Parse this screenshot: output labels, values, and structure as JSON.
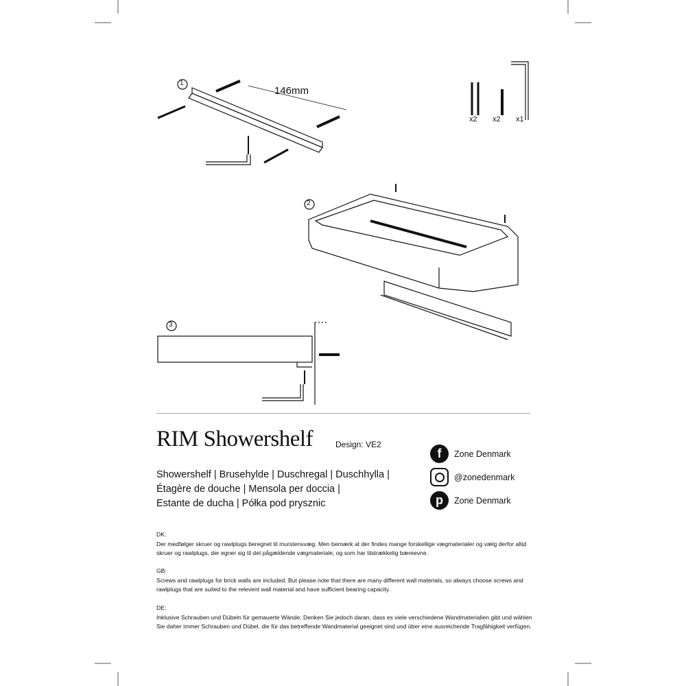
{
  "diagram": {
    "step1_label": "1",
    "step2_label": "2",
    "step3_label": "3",
    "dimension": "146mm",
    "parts": [
      {
        "qty": "x2"
      },
      {
        "qty": "x2"
      },
      {
        "qty": "x1"
      }
    ]
  },
  "product": {
    "title": "RIM Showershelf",
    "designer": "Design: VE2",
    "names": [
      "Showershelf | Brusehylde | Duschregal | Duschhylla |",
      "Étagère de douche | Mensola per doccia |",
      "Estante de ducha | Półka pod prysznic"
    ]
  },
  "social": [
    {
      "icon": "facebook-icon",
      "text": "Zone Denmark"
    },
    {
      "icon": "instagram-icon",
      "text": "@zonedenmark"
    },
    {
      "icon": "pinterest-icon",
      "text": "Zone Denmark"
    }
  ],
  "instructions": [
    {
      "lang": "DK:",
      "text": "Der medfølger skruer og rawlplugs beregnet til murstensvæg. Men bemærk at der findes mange forskellige vægmaterialer og vælg derfor altid skruer og rawlplugs, der egner sig til det pågældende vægmateriale, og som har tilstrækkelig bæreevne."
    },
    {
      "lang": "GB:",
      "text": "Screws and rawlplugs for brick walls are included. But please note that there are many different wall materials, so always choose screws and rawlplugs that are suited to the relevent wall material and have sufficient bearing capacity."
    },
    {
      "lang": "DE:",
      "text": "Inklusive Schrauben und Dübeln für gemauerte Wände. Denken Sie jedoch daran, dass es viele verschiedene Wandmaterialien gibt und wählen Sie daher immer Schrauben und Dübel, die für das betreffende Wandmaterial geeignet sind und über eine ausreichende Tragfähigkeit verfügen."
    }
  ]
}
